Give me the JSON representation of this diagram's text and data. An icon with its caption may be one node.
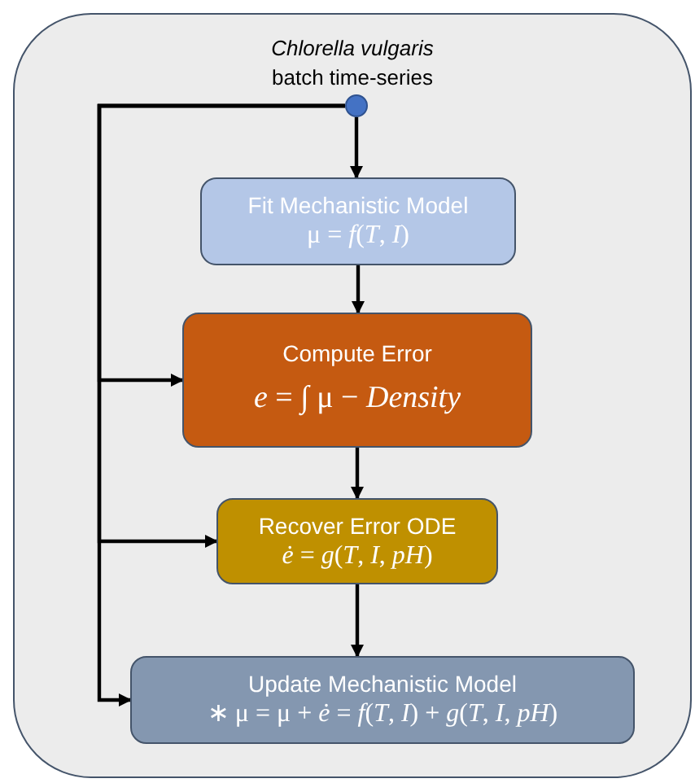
{
  "diagram": {
    "nodes": [
      {
        "text": [
          "*Chlorella vulgaris* batch time-series"
        ]
      },
      {
        "text": [],
        "shape": "circle",
        "in": 0
      },
      {
        "text": [
          "Fit Mechanistic Model",
          "μ = *f*(*T*, *I*)"
        ],
        "in": 0
      },
      {
        "text": [
          "Compute Error",
          "*e* = ∫ μ − *Density*"
        ],
        "in": 0
      },
      {
        "text": [
          "Recover Error ODE",
          "*ė* = *g*(*T*, *I*, *pH*)"
        ],
        "in": 0
      },
      {
        "text": [
          "Update Mechanistic Model",
          "∗ μ = μ + *ė* = *f*(*T*, *I*) + *g*(*T*, *I*, *pH*)"
        ],
        "in": 0
      }
    ],
    "edges": [
      {
        "from": 1,
        "to": 2,
        "arrow": "to"
      },
      {
        "from": 2,
        "to": 3,
        "arrow": "to"
      },
      {
        "from": 3,
        "to": 4,
        "arrow": "to"
      },
      {
        "from": 4,
        "to": 5,
        "arrow": "to"
      },
      {
        "from": 1,
        "to": 3,
        "arrow": "to"
      },
      {
        "from": 1,
        "to": 4,
        "arrow": "to"
      },
      {
        "from": 1,
        "to": 5,
        "arrow": "to"
      }
    ]
  }
}
